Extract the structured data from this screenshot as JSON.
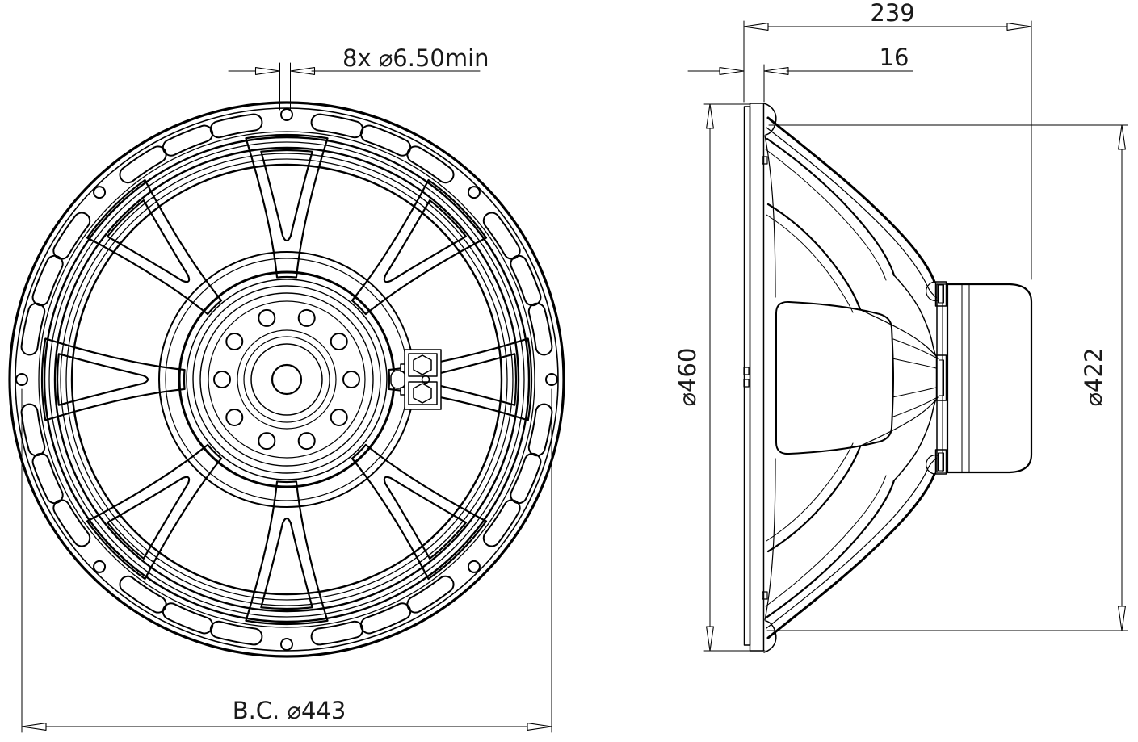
{
  "drawing": {
    "type": "technical-drawing",
    "subject": "loudspeaker-driver",
    "background_color": "#ffffff",
    "line_color": "#000000",
    "views": {
      "front": {
        "label": "front-view"
      },
      "side": {
        "label": "side-view"
      }
    },
    "dimensions": {
      "mounting_holes": "8x ⌀6.50min",
      "total_depth": "239",
      "flange_thickness": "16",
      "overall_diameter": "⌀460",
      "cutout_diameter": "⌀422",
      "bolt_circle_diameter": "B.C. ⌀443"
    }
  }
}
